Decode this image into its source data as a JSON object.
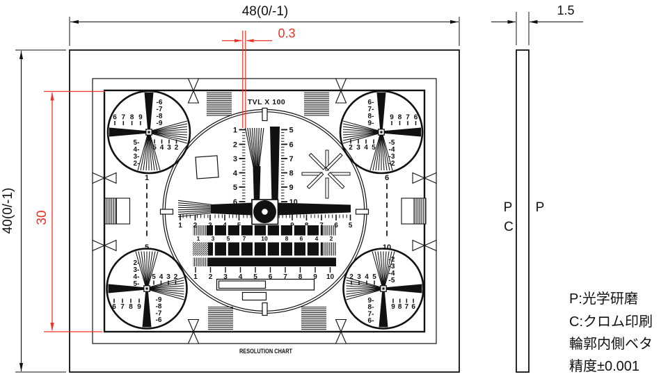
{
  "colors": {
    "ink": "#111111",
    "red": "#ee3124",
    "background": "#ffffff"
  },
  "dimensions": {
    "plate_width": "48(0/-1)",
    "plate_height": "40(0/-1)",
    "line_width": "0.3",
    "pattern_height": "30",
    "thickness": "1.5"
  },
  "side_view": {
    "left_top": "P",
    "left_bottom": "C",
    "right": "P"
  },
  "notes": [
    "P:光学研磨",
    "C:クロム印刷",
    "輪郭内側ベタ",
    "精度±0.001"
  ],
  "chart": {
    "title": "TVL X 100",
    "caption": "RESOLUTION CHART",
    "vertical_scale_left": [
      "1",
      "2",
      "3",
      "4",
      "5",
      "6"
    ],
    "vertical_scale_right": [
      "5",
      "6",
      "7",
      "8",
      "9",
      "10"
    ],
    "horizontal_scale_left": [
      "1",
      "2",
      "3",
      "4",
      "5"
    ],
    "horizontal_scale_right": [
      "9",
      "8",
      "7",
      "6",
      "5"
    ],
    "band_numbers": [
      "1",
      "3",
      "5",
      "7",
      "10",
      "8",
      "6",
      "4",
      "2"
    ],
    "bottom_scale": [
      "1",
      "2",
      "3",
      "4",
      "5",
      "6",
      "7",
      "8",
      "9",
      "10"
    ],
    "dash_labels": {
      "left_top": "1",
      "left_bottom": "5",
      "right_top": "6",
      "right_bottom": "10"
    },
    "corner_circles": {
      "top_left": {
        "row_top": [
          "6",
          "7",
          "8",
          "9"
        ],
        "stack_top": [
          "-6",
          "-7",
          "-8",
          "-9"
        ],
        "stack_bottom": [
          "5-",
          "4-",
          "3-",
          "2-"
        ],
        "row_bottom": [
          "5",
          "4",
          "3",
          "2"
        ]
      },
      "top_right": {
        "row_top": [
          "9",
          "8",
          "7",
          "6"
        ],
        "stack_top": [
          "6-",
          "7-",
          "8-",
          "9-"
        ],
        "stack_bottom": [
          "-5",
          "-4",
          "-3",
          "-2"
        ],
        "row_bottom": [
          "2",
          "3",
          "4",
          "5"
        ]
      },
      "bottom_left": {
        "row_top": [
          "5",
          "4",
          "3",
          "2"
        ],
        "stack_top": [
          "2-",
          "3-",
          "4-",
          "5-"
        ],
        "stack_bottom": [
          "-9",
          "-8",
          "-7",
          "-6"
        ],
        "row_bottom": [
          "6",
          "7",
          "8",
          "9"
        ]
      },
      "bottom_right": {
        "row_top": [
          "2",
          "3",
          "4",
          "5"
        ],
        "stack_top": [
          "-2",
          "-3",
          "-4",
          "-5"
        ],
        "stack_bottom": [
          "9-",
          "8-",
          "7-",
          "6-"
        ],
        "row_bottom": [
          "9",
          "8",
          "7",
          "6"
        ]
      }
    }
  }
}
